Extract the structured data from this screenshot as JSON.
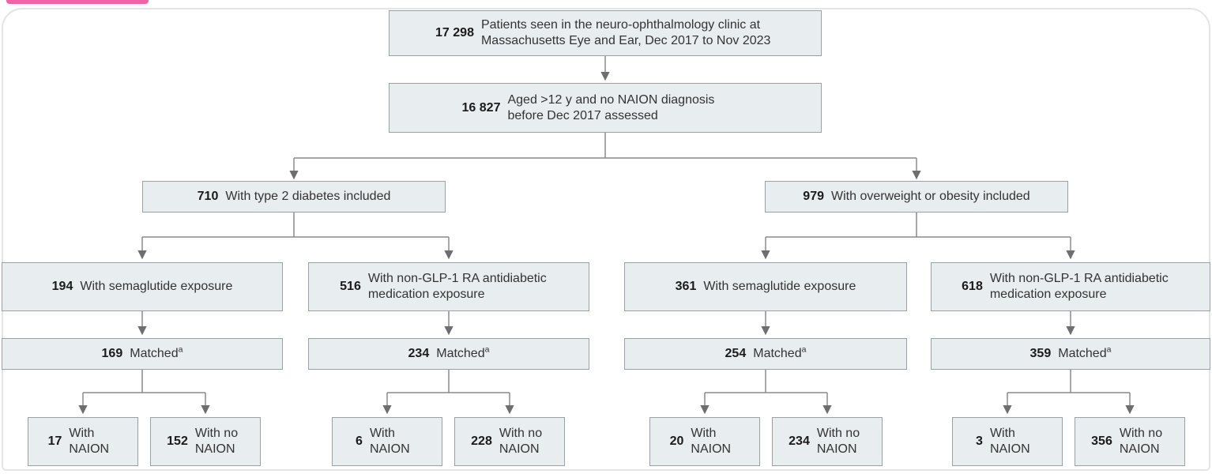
{
  "figure": {
    "type": "flow-diagram",
    "footnote_marker": "a",
    "colors": {
      "accent_pink": "#ee64a4",
      "box_fill": "#e8edef",
      "box_border": "#99a1a4",
      "connector": "#8a8a8a",
      "text": "#333333"
    },
    "boxes": {
      "total": {
        "num": "17 298",
        "label": "Patients seen in the neuro-ophthalmology clinic at Massachusetts Eye and Ear, Dec 2017 to Nov 2023"
      },
      "assessed": {
        "num": "16 827",
        "label": "Aged >12 y and no NAION diagnosis before Dec 2017 assessed"
      },
      "t2d": {
        "num": "710",
        "label": "With type 2 diabetes included"
      },
      "obesity": {
        "num": "979",
        "label": "With overweight or obesity included"
      },
      "t2d_sema": {
        "num": "194",
        "label": "With semaglutide exposure"
      },
      "t2d_nonglp": {
        "num": "516",
        "label": "With non-GLP-1 RA antidiabetic medication exposure"
      },
      "ob_sema": {
        "num": "361",
        "label": "With semaglutide exposure"
      },
      "ob_nonglp": {
        "num": "618",
        "label": "With non-GLP-1 RA antidiabetic medication exposure"
      },
      "t2d_sema_matched": {
        "num": "169",
        "label": "Matched"
      },
      "t2d_nonglp_matched": {
        "num": "234",
        "label": "Matched"
      },
      "ob_sema_matched": {
        "num": "254",
        "label": "Matched"
      },
      "ob_nonglp_matched": {
        "num": "359",
        "label": "Matched"
      },
      "t2d_sema_naion": {
        "num": "17",
        "label": "With NAION"
      },
      "t2d_sema_no_naion": {
        "num": "152",
        "label": "With no NAION"
      },
      "t2d_nonglp_naion": {
        "num": "6",
        "label": "With NAION"
      },
      "t2d_nonglp_no_naion": {
        "num": "228",
        "label": "With no NAION"
      },
      "ob_sema_naion": {
        "num": "20",
        "label": "With NAION"
      },
      "ob_sema_no_naion": {
        "num": "234",
        "label": "With no NAION"
      },
      "ob_nonglp_naion": {
        "num": "3",
        "label": "With NAION"
      },
      "ob_nonglp_no_naion": {
        "num": "356",
        "label": "With no NAION"
      }
    }
  }
}
